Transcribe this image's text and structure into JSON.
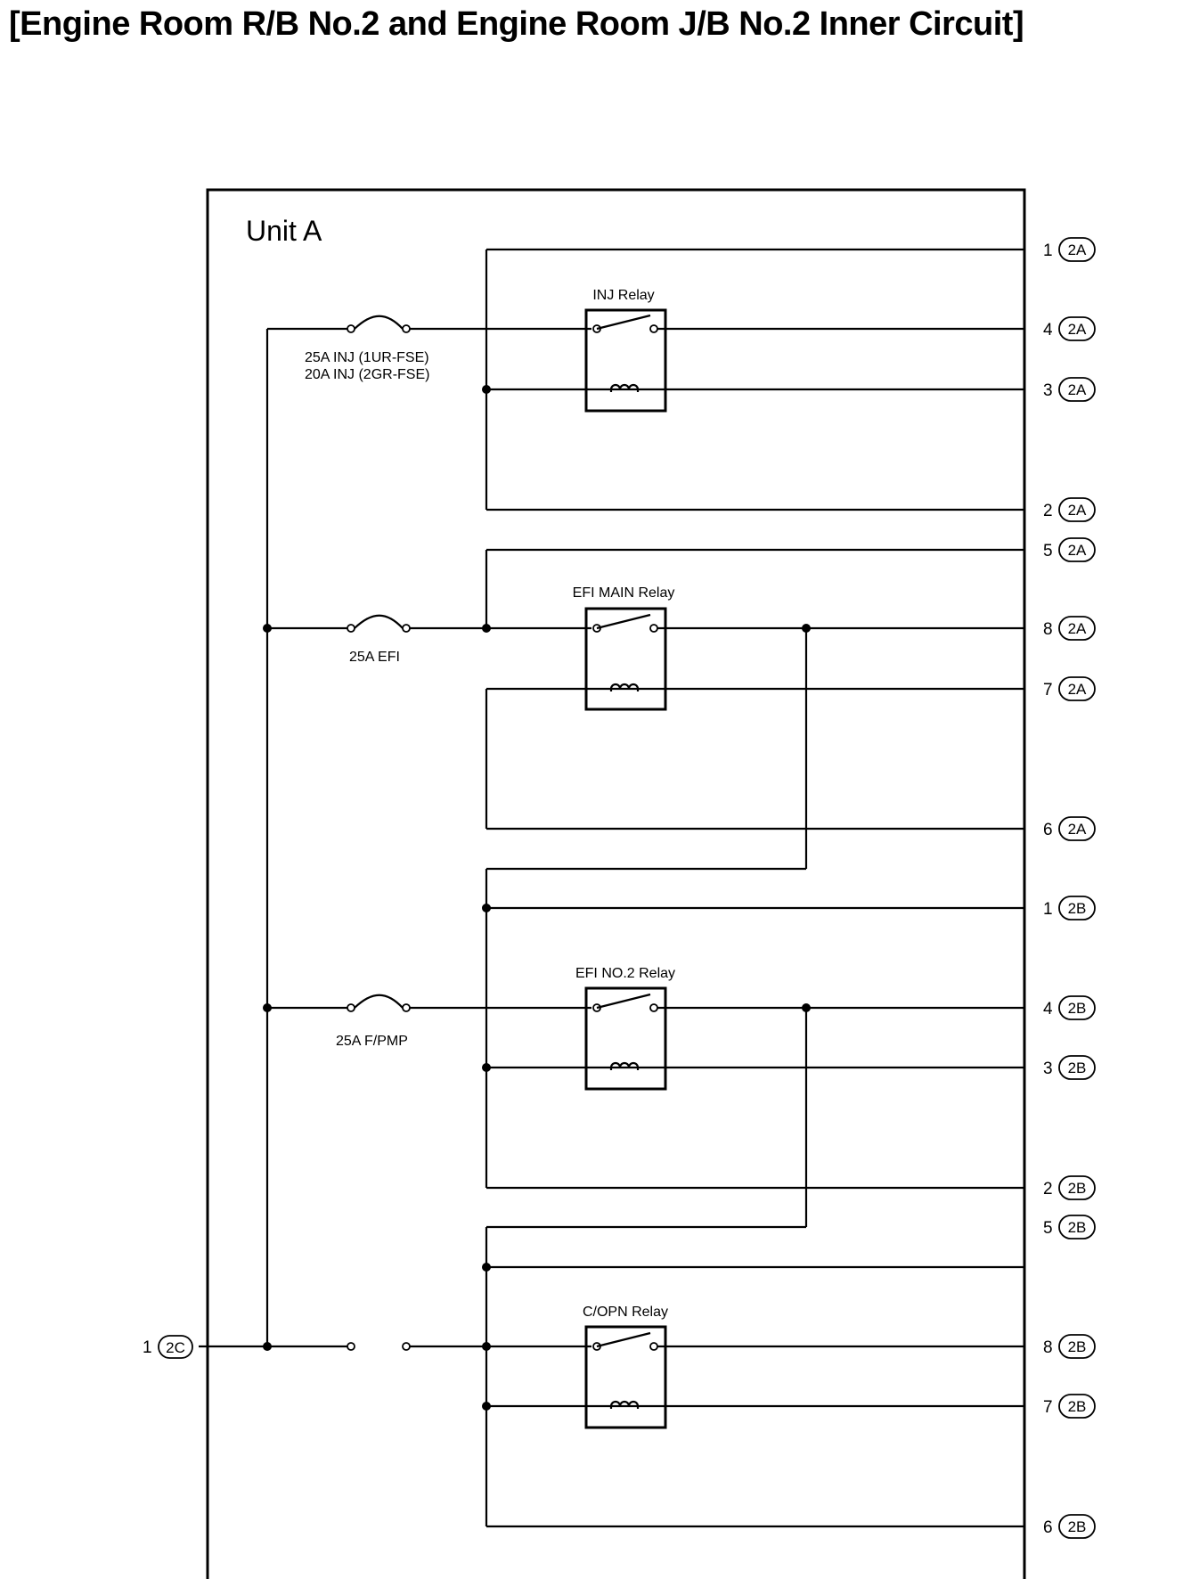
{
  "title": "[Engine Room R/B No.2 and Engine Room J/B No.2 Inner Circuit]",
  "unit_label": "Unit A",
  "input_terminal": {
    "pin": "1",
    "connector": "2C"
  },
  "relays": [
    {
      "label": "INJ Relay"
    },
    {
      "label": "EFI MAIN Relay"
    },
    {
      "label": "EFI NO.2 Relay"
    },
    {
      "label": "C/OPN Relay"
    }
  ],
  "fuses": {
    "inj_line1": "25A INJ (1UR-FSE)",
    "inj_line2": "20A INJ (2GR-FSE)",
    "efi": "25A EFI",
    "fpmp": "25A F/PMP"
  },
  "terminals": [
    {
      "pin": "1",
      "connector": "2A"
    },
    {
      "pin": "4",
      "connector": "2A"
    },
    {
      "pin": "3",
      "connector": "2A"
    },
    {
      "pin": "2",
      "connector": "2A"
    },
    {
      "pin": "5",
      "connector": "2A"
    },
    {
      "pin": "8",
      "connector": "2A"
    },
    {
      "pin": "7",
      "connector": "2A"
    },
    {
      "pin": "6",
      "connector": "2A"
    },
    {
      "pin": "1",
      "connector": "2B"
    },
    {
      "pin": "4",
      "connector": "2B"
    },
    {
      "pin": "3",
      "connector": "2B"
    },
    {
      "pin": "2",
      "connector": "2B"
    },
    {
      "pin": "5",
      "connector": "2B"
    },
    {
      "pin": "8",
      "connector": "2B"
    },
    {
      "pin": "7",
      "connector": "2B"
    },
    {
      "pin": "6",
      "connector": "2B"
    }
  ]
}
